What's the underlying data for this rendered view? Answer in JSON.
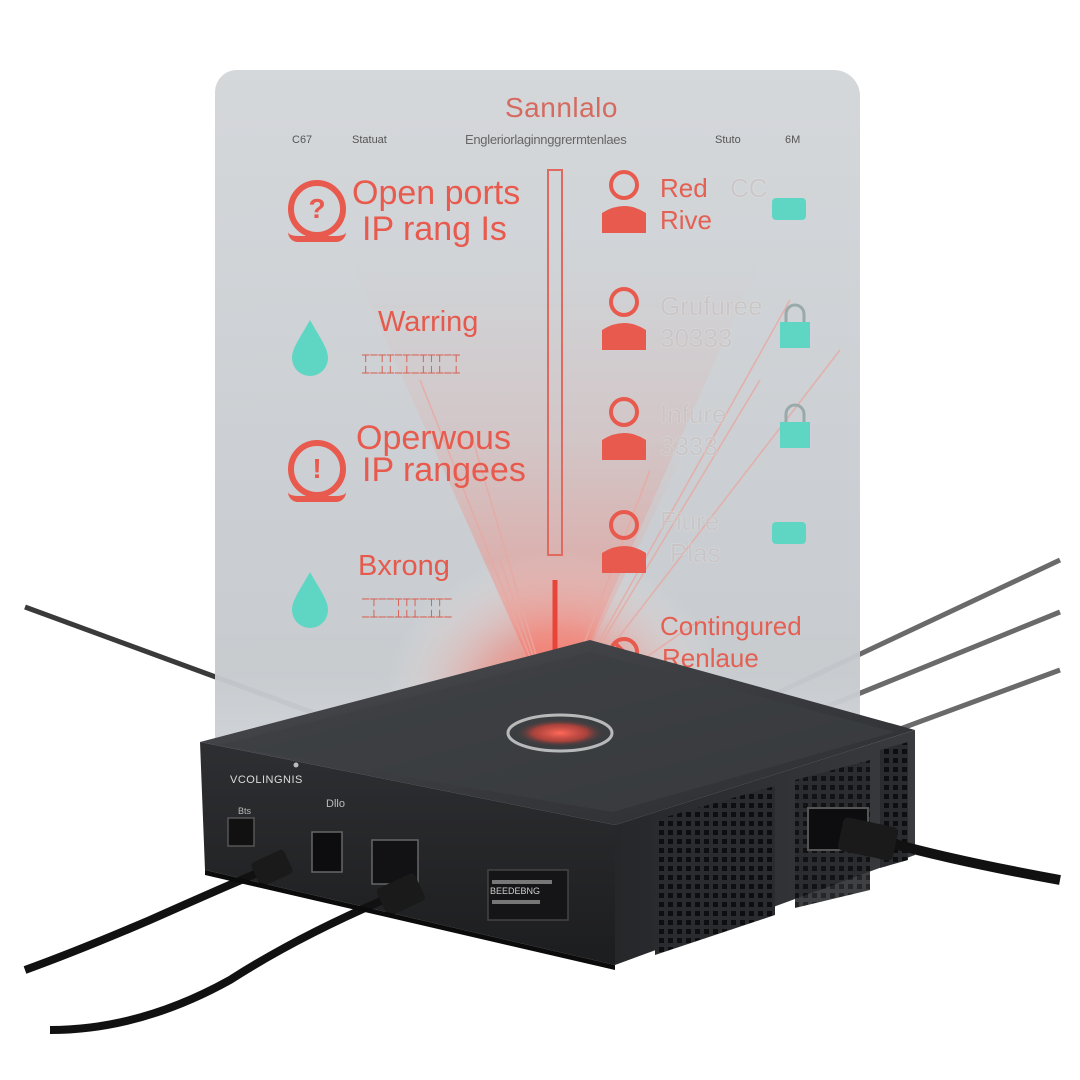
{
  "panel": {
    "title": "Sannlalo",
    "subtitle": "Engleriorlaginnggrermtenlaes",
    "header_left_a": "C67",
    "header_left_b": "Statuat",
    "header_right_a": "Stuto",
    "header_right_b": "6M",
    "left_items": [
      {
        "line1": "Open ports",
        "line2": "IP rang Is",
        "icon": "question-gear-icon"
      },
      {
        "line1": "Warring",
        "line2": "",
        "icon": "teal-drop-icon"
      },
      {
        "line1": "Operwous",
        "line2": "IP rangees",
        "icon": "alert-gear-icon"
      },
      {
        "line1": "Bxrong",
        "line2": "",
        "icon": "teal-drop-icon"
      }
    ],
    "right_items": [
      {
        "line1": "Red",
        "line2": "Rive",
        "extra": "CC"
      },
      {
        "line1": "Grufuree",
        "line2": "30333"
      },
      {
        "line1": "Infure",
        "line2": "3333"
      },
      {
        "line1": "Fiure",
        "line2": "Plas"
      },
      {
        "line1": "Contingured",
        "line2": "Renlaue"
      }
    ]
  },
  "device": {
    "brand_label": "VCOLINGNIS",
    "port_label_a": "Bts",
    "port_label_b": "Dllo",
    "vent_label": "BEEDEBNG"
  },
  "colors": {
    "accent_red": "#e85a4d",
    "accent_teal": "#5fd6c4",
    "panel_bg": "#ced2d5",
    "device_body": "#2a2b2d"
  }
}
